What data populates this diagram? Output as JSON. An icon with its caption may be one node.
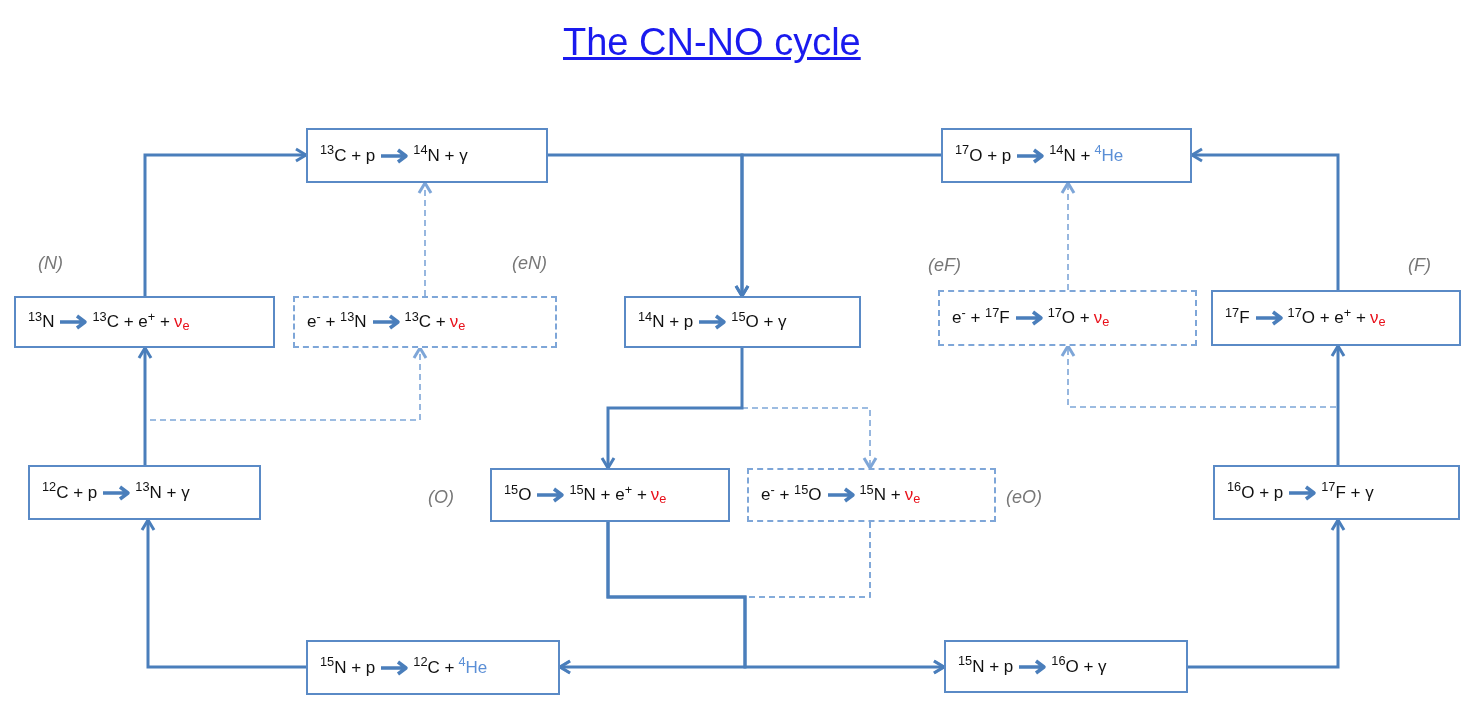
{
  "diagram": {
    "title": "The CN-NO cycle",
    "nodes": [
      {
        "text": [
          "$^{13}$C + p",
          "$^{14}$N + γ"
        ]
      },
      {
        "text": [
          "$^{17}$O + p",
          "$^{14}$N +",
          "$^{4}$He"
        ]
      },
      {
        "text": [
          "$^{13}$N",
          "$^{13}$C + e$^{+}$ +",
          "ν$_{e}$"
        ],
        "beside": [
          "(N)"
        ]
      },
      {
        "text": [
          "e$^{-}$ + $^{13}$N",
          "$^{13}$C +",
          "ν$_{e}$"
        ],
        "beside": [
          "(eN)"
        ]
      },
      {
        "text": [
          "$^{14}$N + p",
          "$^{15}$O + γ"
        ]
      },
      {
        "text": [
          "e$^{-}$ + $^{17}$F",
          "$^{17}$O +",
          "ν$_{e}$"
        ],
        "beside": [
          "(eF)"
        ]
      },
      {
        "text": [
          "$^{17}$F",
          "$^{17}$O + e$^{+}$ +",
          "ν$_{e}$"
        ],
        "beside": [
          "(F)"
        ]
      },
      {
        "text": [
          "$^{12}$C + p",
          "$^{13}$N + γ"
        ]
      },
      {
        "text": [
          "$^{15}$O",
          "$^{15}$N + e$^{+}$ +",
          "ν$_{e}$"
        ],
        "beside": [
          "(O)"
        ]
      },
      {
        "text": [
          "e$^{-}$ + $^{15}$O",
          "$^{15}$N +",
          "ν$_{e}$"
        ],
        "beside": [
          "(eO)"
        ]
      },
      {
        "text": [
          "$^{16}$O + p",
          "$^{17}$F + γ"
        ]
      },
      {
        "text": [
          "$^{15}$N + p",
          "$^{12}$C +",
          "$^{4}$He"
        ]
      },
      {
        "text": [
          "$^{15}$N + p",
          "$^{16}$O + γ"
        ]
      }
    ],
    "edges": [
      {
        "from": 2,
        "to": 0,
        "arrow": "to"
      },
      {
        "from": 3,
        "to": 0,
        "arrow": "to",
        "style": "dashed"
      },
      {
        "from": 0,
        "to": 4,
        "arrow": "to"
      },
      {
        "from": 1,
        "to": 4,
        "arrow": "to"
      },
      {
        "from": 5,
        "to": 1,
        "arrow": "to",
        "style": "dashed"
      },
      {
        "from": 6,
        "to": 1,
        "arrow": "to"
      },
      {
        "from": 7,
        "to": 2,
        "arrow": "to"
      },
      {
        "from": 7,
        "to": 3,
        "arrow": "to",
        "style": "dashed"
      },
      {
        "from": 4,
        "to": 8,
        "arrow": "to"
      },
      {
        "from": 4,
        "to": 9,
        "arrow": "to",
        "style": "dashed"
      },
      {
        "from": 8,
        "to": 11,
        "arrow": "to"
      },
      {
        "from": 8,
        "to": 12,
        "arrow": "to"
      },
      {
        "from": 9,
        "to": 11,
        "arrow": "to",
        "style": "dashed"
      },
      {
        "from": 9,
        "to": 12,
        "arrow": "to",
        "style": "dashed"
      },
      {
        "from": 11,
        "to": 7,
        "arrow": "to"
      },
      {
        "from": 12,
        "to": 10,
        "arrow": "to"
      },
      {
        "from": 10,
        "to": 6,
        "arrow": "to"
      },
      {
        "from": 10,
        "to": 5,
        "arrow": "to",
        "style": "dashed"
      }
    ]
  }
}
